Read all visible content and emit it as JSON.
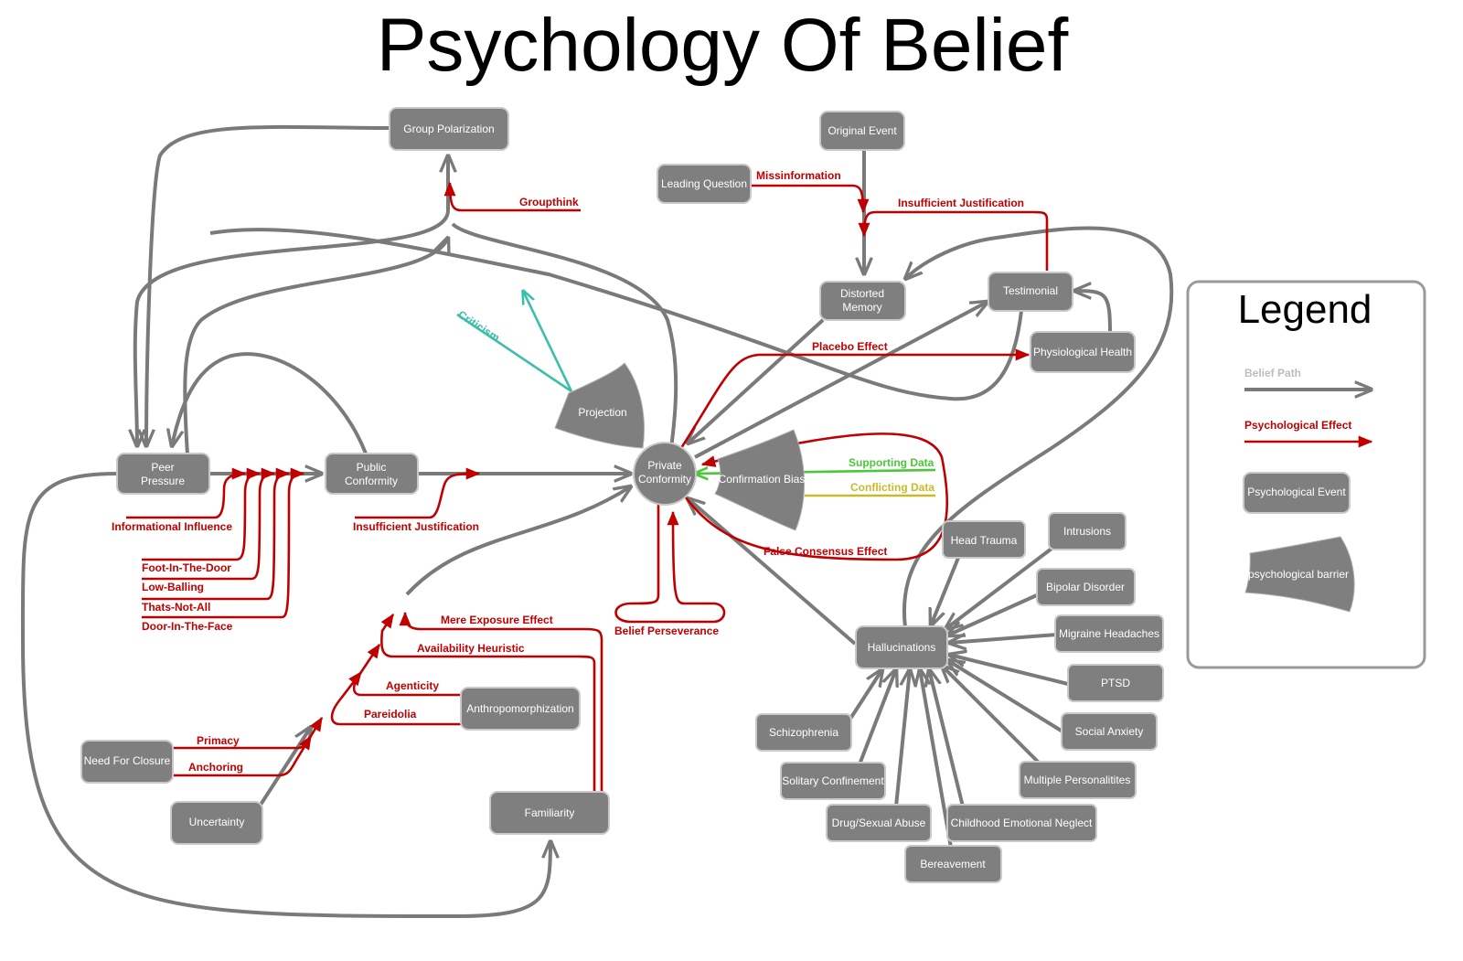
{
  "title": "Psychology Of Belief",
  "legend": {
    "title": "Legend",
    "belief_path": "Belief Path",
    "psychological_effect": "Psychological Effect",
    "psychological_event": "Psychological Event",
    "psychological_barrier": "psychological barrier"
  },
  "nodes": {
    "group_polarization": "Group Polarization",
    "original_event": "Original Event",
    "leading_question": "Leading Question",
    "distorted_memory": [
      "Distorted",
      "Memory"
    ],
    "testimonial": "Testimonial",
    "physiological_health": "Physiological Health",
    "peer_pressure": [
      "Peer",
      "Pressure"
    ],
    "public_conformity": [
      "Public",
      "Conformity"
    ],
    "private_conformity": [
      "Private",
      "Conformity"
    ],
    "projection": "Projection",
    "confirmation_bias": "Confirmation Bias",
    "hallucinations": "Hallucinations",
    "head_trauma": "Head Trauma",
    "intrusions": "Intrusions",
    "bipolar_disorder": "Bipolar Disorder",
    "migraine_headaches": "Migraine Headaches",
    "ptsd": "PTSD",
    "social_anxiety": "Social Anxiety",
    "multiple_personalities": "Multiple Personalitites",
    "childhood_emotional_neglect": "Childhood Emotional Neglect",
    "bereavement": "Bereavement",
    "drug_sexual_abuse": "Drug/Sexual Abuse",
    "solitary_confinement": "Solitary Confinement",
    "schizophrenia": "Schizophrenia",
    "anthropomorphization": "Anthropomorphization",
    "need_for_closure": "Need For Closure",
    "uncertainty": "Uncertainty",
    "familiarity": "Familiarity"
  },
  "effects": {
    "groupthink": "Groupthink",
    "misinformation": "Missinformation",
    "insufficient_justification_top": "Insufficient Justification",
    "placebo_effect": "Placebo Effect",
    "criticism": "Criticism",
    "supporting_data": "Supporting Data",
    "conflicting_data": "Conflicting Data",
    "false_consensus_effect": "False Consensus Effect",
    "informational_influence": "Informational Influence",
    "foot_in_the_door": "Foot-In-The-Door",
    "low_balling": "Low-Balling",
    "thats_not_all": "Thats-Not-All",
    "door_in_the_face": "Door-In-The-Face",
    "insufficient_justification_bottom": "Insufficient Justification",
    "belief_perseverance": "Belief Perseverance",
    "mere_exposure_effect": "Mere Exposure Effect",
    "availability_heuristic": "Availability Heuristic",
    "agenticity": "Agenticity",
    "pareidolia": "Pareidolia",
    "primacy": "Primacy",
    "anchoring": "Anchoring"
  },
  "colors": {
    "belief_path": "#7a7a7a",
    "psychological_effect": "#c00000",
    "node_fill": "#7f7f7f",
    "criticism": "#3cbfa8",
    "supporting_data": "#4cc63a",
    "conflicting_data": "#c8bb2a"
  }
}
